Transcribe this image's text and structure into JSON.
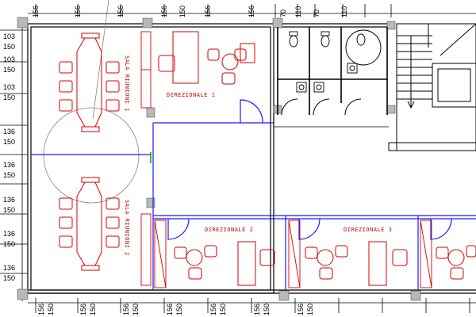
{
  "rooms": {
    "sala_riunioni_1": "SALA RIUNIONI 1",
    "sala_riunioni_2": "SALA RIUNIONI 2",
    "direzionale_1": "DIREZIONALE 1",
    "direzionale_2": "DIREZIONALE 2",
    "direzionale_3": "DIREZIONALE 3"
  },
  "dimensions": {
    "top": [
      "156",
      "156",
      "156",
      "156",
      "156",
      "156",
      "156",
      "150",
      "70",
      "110",
      "70",
      "110"
    ],
    "bottom": [
      "156",
      "150",
      "156",
      "150",
      "156",
      "150",
      "156",
      "150",
      "156",
      "150",
      "156",
      "150",
      "156",
      "150"
    ],
    "left": [
      "103",
      "150",
      "103",
      "150",
      "103",
      "150",
      "136",
      "150",
      "136",
      "150",
      "136",
      "150",
      "136",
      "150",
      "136",
      "150"
    ]
  },
  "colors": {
    "wall": "#000000",
    "furniture": "#d40000",
    "partition": "#1a1aff",
    "circle": "#8a8570",
    "column": "#b8b8b8"
  }
}
